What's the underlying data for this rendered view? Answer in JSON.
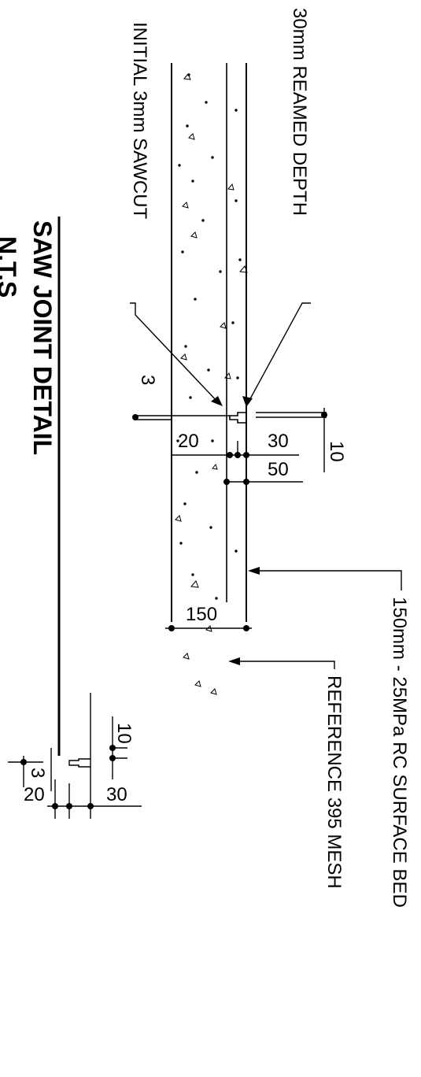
{
  "title": "SAW JOINT DETAIL",
  "scale_note": "N.T.S",
  "labels": {
    "reamed_depth": "30mm REAMED DEPTH",
    "initial_sawcut": "INITIAL 3mm SAWCUT",
    "surface_bed": "150mm - 25MPa RC SURFACE BED",
    "mesh": "REFERENCE 395 MESH"
  },
  "dimensions": {
    "sawcut_width": "3",
    "joint_top_width": "10",
    "depth_20": "20",
    "depth_30": "30",
    "mesh_depth": "50",
    "slab_thickness": "150",
    "detail_width_10": "10",
    "detail_width_3": "3",
    "detail_depth_20": "20",
    "detail_depth_30": "30"
  }
}
